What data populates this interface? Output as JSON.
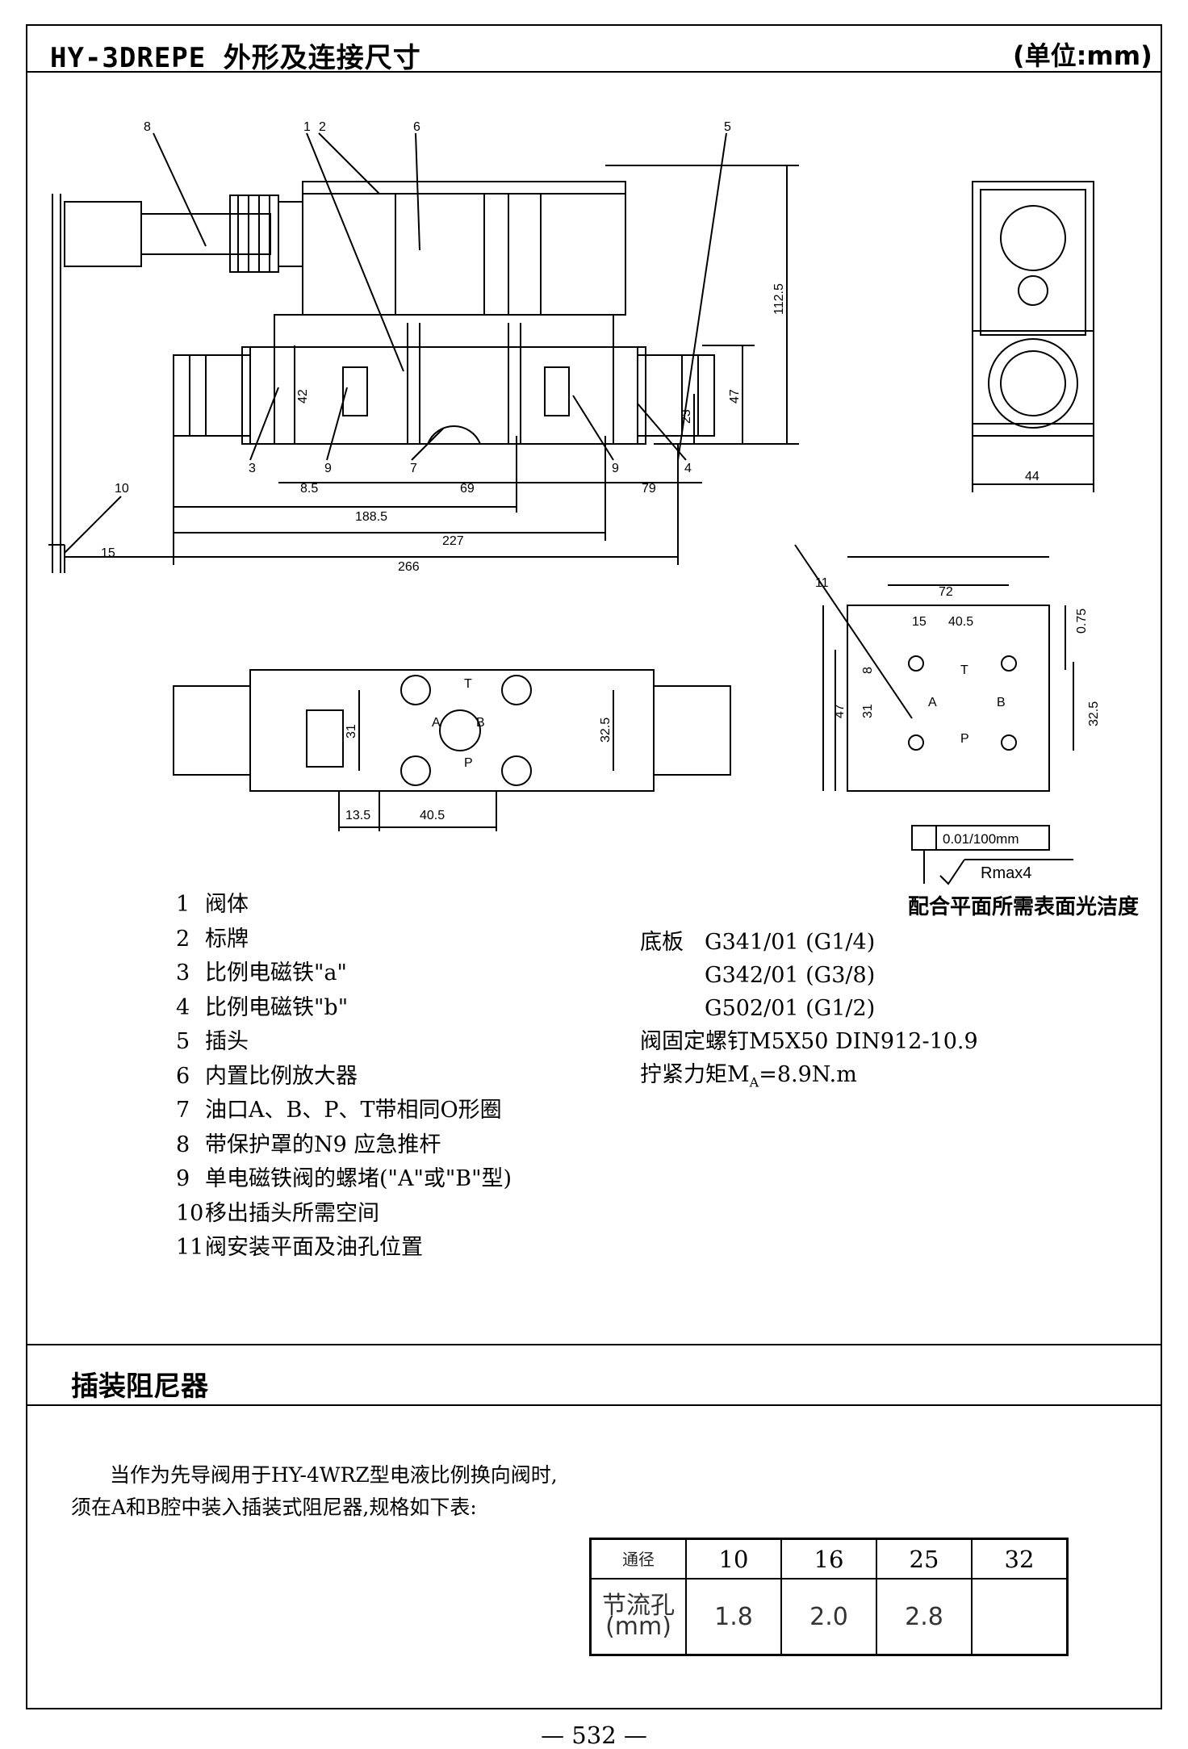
{
  "header": {
    "title": "HY-3DREPE 外形及连接尺寸",
    "unit": "(单位:mm)"
  },
  "drawing": {
    "callouts": [
      "1",
      "2",
      "5",
      "6",
      "8",
      "3",
      "9",
      "7",
      "9",
      "4",
      "10",
      "11"
    ],
    "dims_main": [
      "112.5",
      "42",
      "47",
      "23",
      "8.5",
      "69",
      "79",
      "188.5",
      "227",
      "266",
      "15",
      "44"
    ],
    "dims_bottom": [
      "31",
      "32.5",
      "13.5",
      "40.5"
    ],
    "port_labels": [
      "T",
      "A",
      "B",
      "P"
    ],
    "dims_face": [
      "72",
      "15",
      "40.5",
      "0.75",
      "8",
      "31",
      "47",
      "32.5"
    ],
    "face_ports": [
      "T",
      "A",
      "B",
      "P"
    ],
    "flatness": "0.01/100mm",
    "roughness": "Rmax4"
  },
  "surface_note": "配合平面所需表面光洁度",
  "legend": [
    {
      "num": "1",
      "text": "阀体"
    },
    {
      "num": "2",
      "text": "标牌"
    },
    {
      "num": "3",
      "text": "比例电磁铁\"a\""
    },
    {
      "num": "4",
      "text": "比例电磁铁\"b\""
    },
    {
      "num": "5",
      "text": "插头"
    },
    {
      "num": "6",
      "text": "内置比例放大器"
    },
    {
      "num": "7",
      "text": "油口A、B、P、T带相同O形圈"
    },
    {
      "num": "8",
      "text": "带保护罩的N9 应急推杆"
    },
    {
      "num": "9",
      "text": "单电磁铁阀的螺堵(\"A\"或\"B\"型)"
    },
    {
      "num": "10",
      "text": "移出插头所需空间"
    },
    {
      "num": "11",
      "text": "阀安装平面及油孔位置"
    }
  ],
  "specs": {
    "baseplate_label": "底板",
    "baseplates": [
      "G341/01 (G1/4)",
      "G342/01 (G3/8)",
      "G502/01 (G1/2)"
    ],
    "screws": "阀固定螺钉M5X50  DIN912-10.9",
    "torque_prefix": "拧紧力矩M",
    "torque_sub": "A",
    "torque_value": "=8.9N.m"
  },
  "section2": {
    "title": "插装阻尼器",
    "line1": "当作为先导阀用于HY-4WRZ型电液比例换向阀时,",
    "line2": "须在A和B腔中装入插装式阻尼器,规格如下表:",
    "table": {
      "row1_header": "通径",
      "sizes": [
        "10",
        "16",
        "25",
        "32"
      ],
      "row2_header_1": "节流孔",
      "row2_header_2": "(mm)",
      "orifices": [
        "1.8",
        "2.0",
        "2.8",
        ""
      ]
    }
  },
  "page_number": "— 532 —"
}
